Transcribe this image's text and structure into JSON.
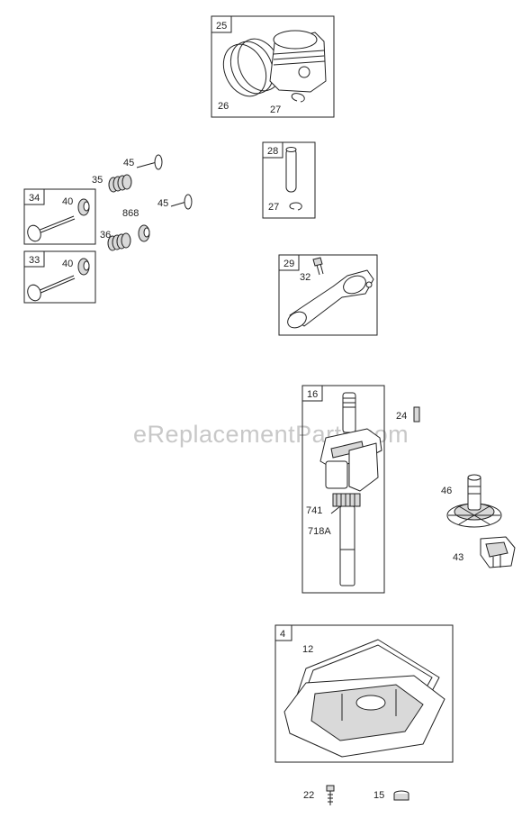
{
  "watermark": "eReplacementParts.com",
  "groups": {
    "g25": {
      "tag": "25",
      "labels": {
        "a": "26",
        "b": "27"
      }
    },
    "g28": {
      "tag": "28",
      "labels": {
        "a": "27"
      }
    },
    "g29": {
      "tag": "29",
      "labels": {
        "a": "32"
      }
    },
    "g34": {
      "tag": "34",
      "labels": {
        "a": "40"
      }
    },
    "g33": {
      "tag": "33",
      "labels": {
        "a": "40"
      }
    },
    "g16": {
      "tag": "16",
      "labels": {
        "a": "741",
        "b": "718A"
      }
    },
    "g4": {
      "tag": "4",
      "labels": {
        "a": "12"
      }
    }
  },
  "loose_labels": {
    "l45a": "45",
    "l35": "35",
    "l45b": "45",
    "l868": "868",
    "l36": "36",
    "l24": "24",
    "l46": "46",
    "l43": "43",
    "l22": "22",
    "l15": "15"
  }
}
